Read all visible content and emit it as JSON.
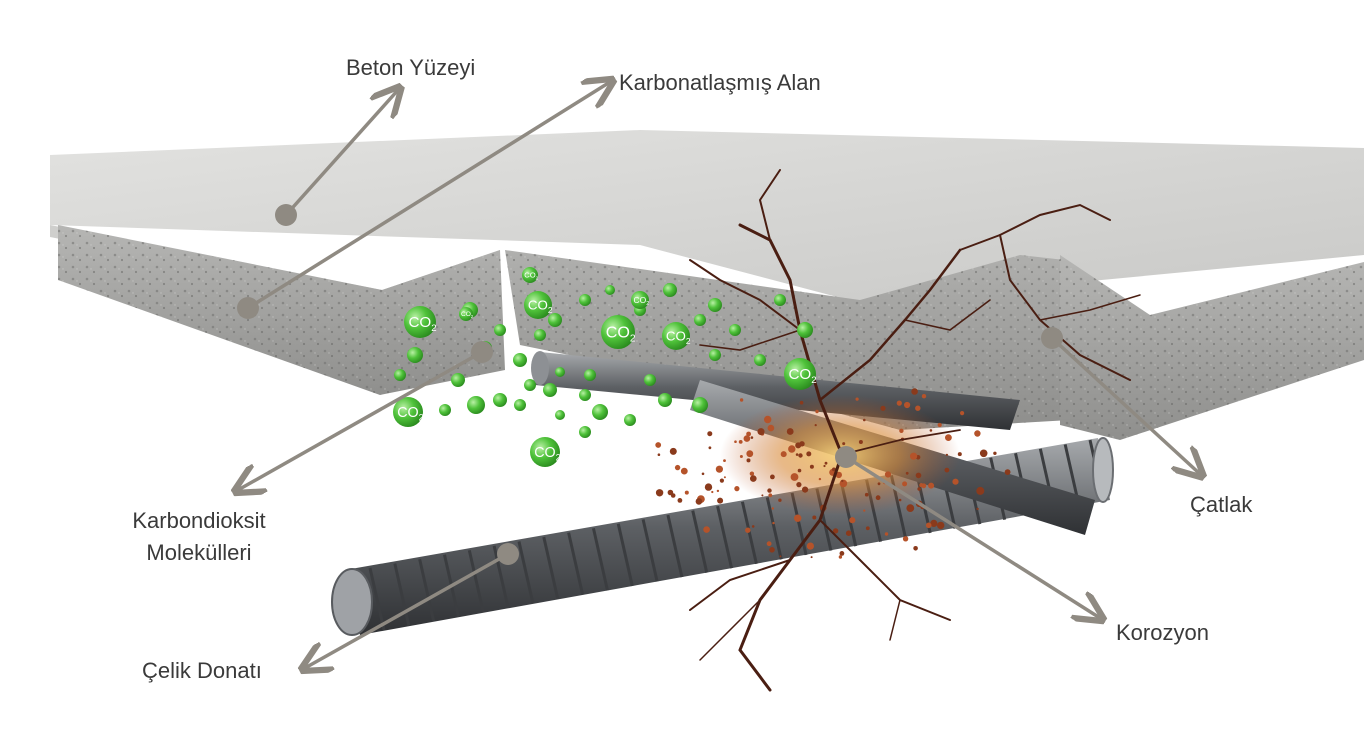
{
  "labels": {
    "concrete_surface": "Beton Yüzeyi",
    "carbonated_zone": "Karbonatlaşmış Alan",
    "co2_molecules_line1": "Karbondioksit",
    "co2_molecules_line2": "Molekülleri",
    "crack": "Çatlak",
    "corrosion": "Korozyon",
    "steel_rebar": "Çelik Donatı"
  },
  "molecule_formula": "CO",
  "molecule_subscript": "2",
  "colors": {
    "concrete_top": "#d6d6d4",
    "concrete_side": "#a9a9a7",
    "co2_green": "#4fc23a",
    "rust": "#b5532a",
    "crack": "#4a1e12",
    "leader_line": "#8f8a82",
    "steel": "#6b6e72"
  }
}
